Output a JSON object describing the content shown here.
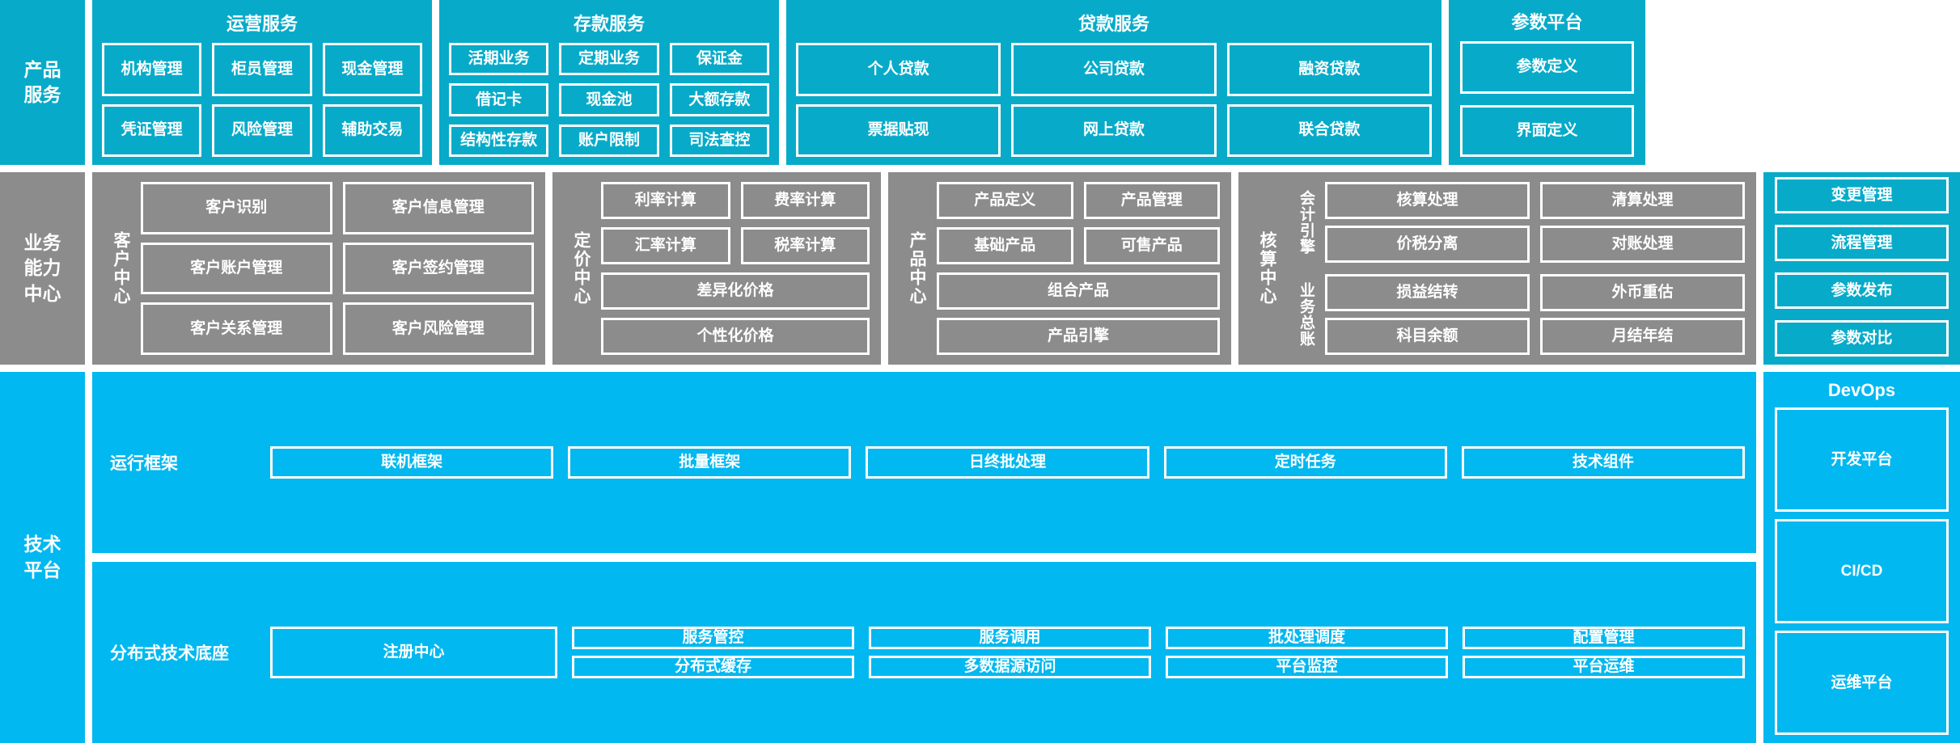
{
  "colors": {
    "teal": "#07abc9",
    "gray": "#8c8c8c",
    "blue": "#02b8f0",
    "box_border": "#ffffff",
    "text": "#ffffff",
    "background": "#ffffff"
  },
  "bands": {
    "product_services": {
      "side_label": "产品\n服务",
      "groups": [
        {
          "title": "运营服务",
          "rows": [
            [
              "机构管理",
              "柜员管理",
              "现金管理"
            ],
            [
              "凭证管理",
              "风险管理",
              "辅助交易"
            ]
          ]
        },
        {
          "title": "存款服务",
          "rows": [
            [
              "活期业务",
              "定期业务",
              "保证金"
            ],
            [
              "借记卡",
              "现金池",
              "大额存款"
            ],
            [
              "结构性存款",
              "账户限制",
              "司法查控"
            ]
          ]
        },
        {
          "title": "贷款服务",
          "rows": [
            [
              "个人贷款",
              "公司贷款",
              "融资贷款"
            ],
            [
              "票据贴现",
              "网上贷款",
              "联合贷款"
            ]
          ]
        }
      ]
    },
    "business_capability": {
      "side_label": "业务\n能力\n中心",
      "centers": [
        {
          "name": "客户中心",
          "rows": [
            [
              "客户识别",
              "客户信息管理"
            ],
            [
              "客户账户管理",
              "客户签约管理"
            ],
            [
              "客户关系管理",
              "客户风险管理"
            ]
          ]
        },
        {
          "name": "定价中心",
          "rows": [
            [
              "利率计算",
              "费率计算"
            ],
            [
              "汇率计算",
              "税率计算"
            ],
            [
              "差异化价格"
            ],
            [
              "个性化价格"
            ]
          ]
        },
        {
          "name": "产品中心",
          "rows": [
            [
              "产品定义",
              "产品管理"
            ],
            [
              "基础产品",
              "可售产品"
            ],
            [
              "组合产品"
            ],
            [
              "产品引擎"
            ]
          ]
        },
        {
          "name": "核算中心",
          "subgroups": [
            {
              "label": "会计引擎",
              "rows": [
                [
                  "核算处理",
                  "清算处理"
                ],
                [
                  "价税分离",
                  "对账处理"
                ]
              ]
            },
            {
              "label": "业务总账",
              "rows": [
                [
                  "损益结转",
                  "外币重估"
                ],
                [
                  "科目余额",
                  "月结年结"
                ]
              ]
            }
          ]
        }
      ]
    },
    "technical_platform": {
      "side_label": "技术\n平台",
      "strips": [
        {
          "name": "运行框架",
          "register": null,
          "columns": [
            [
              "联机框架"
            ],
            [
              "批量框架"
            ],
            [
              "日终批处理"
            ],
            [
              "定时任务"
            ],
            [
              "技术组件"
            ]
          ]
        },
        {
          "name": "分布式技术底座",
          "register": "注册中心",
          "columns": [
            [
              "服务管控",
              "分布式缓存"
            ],
            [
              "服务调用",
              "多数据源访问"
            ],
            [
              "批处理调度",
              "平台监控"
            ],
            [
              "配置管理",
              "平台运维"
            ]
          ]
        }
      ]
    }
  },
  "right_columns": {
    "parameter_platform": {
      "title": "参数平台",
      "items": [
        "参数定义",
        "界面定义",
        "变更管理",
        "流程管理",
        "参数发布",
        "参数对比"
      ]
    },
    "devops": {
      "title": "DevOps",
      "items": [
        "开发平台",
        "CI/CD",
        "运维平台"
      ]
    }
  }
}
